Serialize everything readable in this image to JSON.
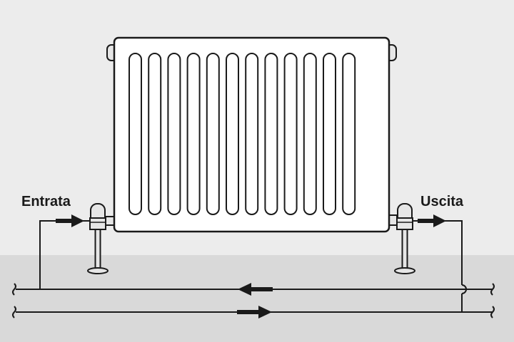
{
  "labels": {
    "inlet": "Entrata",
    "outlet": "Uscita"
  },
  "colors": {
    "wall": "#ececec",
    "floor": "#d9d9d9",
    "line": "#1a1a1a",
    "radiator": "#ffffff",
    "valve": "#e6e6e6"
  },
  "radiator": {
    "fin_count": 12
  }
}
